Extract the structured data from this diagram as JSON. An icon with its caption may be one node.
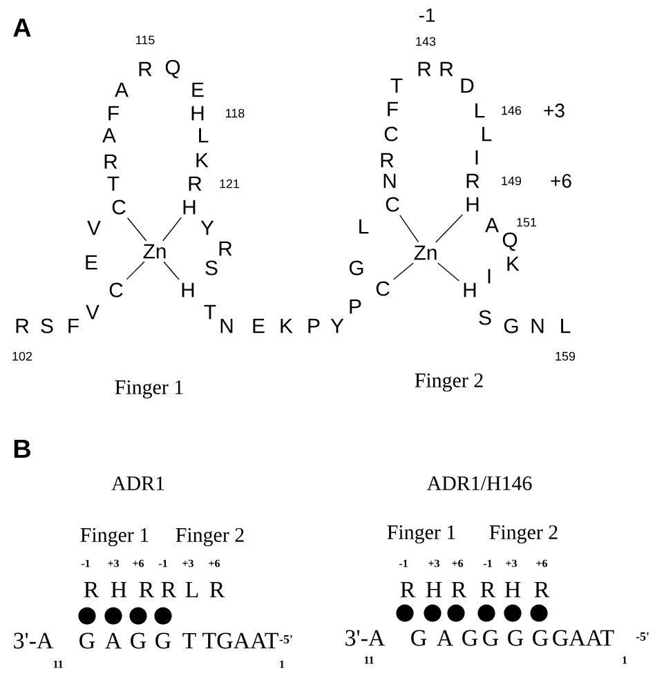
{
  "diagram": {
    "nodes": [
      {
        "text": [
          "C"
        ]
      },
      {
        "text": [
          "H"
        ]
      },
      {
        "text": [
          "Zn"
        ]
      },
      {
        "text": [
          "C"
        ]
      },
      {
        "text": [
          "H"
        ]
      },
      {
        "text": [
          "C"
        ]
      },
      {
        "text": [
          "H"
        ]
      },
      {
        "text": [
          "Zn"
        ]
      },
      {
        "text": [
          "C"
        ]
      },
      {
        "text": [
          "H"
        ]
      }
    ],
    "edges": [
      {
        "from": 2,
        "to": 0,
        "arrow": "none"
      },
      {
        "from": 2,
        "to": 1,
        "arrow": "none"
      },
      {
        "from": 2,
        "to": 3,
        "arrow": "none"
      },
      {
        "from": 2,
        "to": 4,
        "arrow": "none"
      },
      {
        "from": 7,
        "to": 5,
        "arrow": "none"
      },
      {
        "from": 7,
        "to": 6,
        "arrow": "none"
      },
      {
        "from": 7,
        "to": 8,
        "arrow": "none"
      },
      {
        "from": 7,
        "to": 9,
        "arrow": "none"
      }
    ],
    "labels": [
      "A",
      "-1",
      "115",
      "143",
      "R",
      "Q",
      "R",
      "R",
      "A",
      "E",
      "T",
      "D",
      "F",
      "H",
      "118",
      "F",
      "L",
      "146",
      "+3",
      "A",
      "L",
      "C",
      "L",
      "R",
      "K",
      "R",
      "I",
      "T",
      "R",
      "121",
      "N",
      "R",
      "149",
      "+6",
      "V",
      "Y",
      "L",
      "A",
      "151",
      "R",
      "Q",
      "E",
      "S",
      "G",
      "K",
      "I",
      "V",
      "T",
      "P",
      "S",
      "R",
      "S",
      "F",
      "N",
      "E",
      "K",
      "P",
      "Y",
      "G",
      "N",
      "L",
      "102",
      "159",
      "Finger 1",
      "Finger 2",
      "B",
      "ADR1",
      "ADR1/H146",
      "Finger 1",
      "Finger 2",
      "Finger 1",
      "Finger 2",
      "-1",
      "+3",
      "+6",
      "-1",
      "+3",
      "+6",
      "-1",
      "+3",
      "+6",
      "-1",
      "+3",
      "+6",
      "R",
      "H",
      "R",
      "R",
      "L",
      "R",
      "R",
      "H",
      "R",
      "R",
      "H",
      "R",
      "3'-A",
      "G",
      "A",
      "G",
      "G",
      "T",
      "TGAAT",
      "-5'",
      "3'-A",
      "G",
      "A",
      "G",
      "G",
      "G",
      "G",
      "GAAT",
      "-5'",
      "11",
      "1",
      "11",
      "1"
    ]
  }
}
